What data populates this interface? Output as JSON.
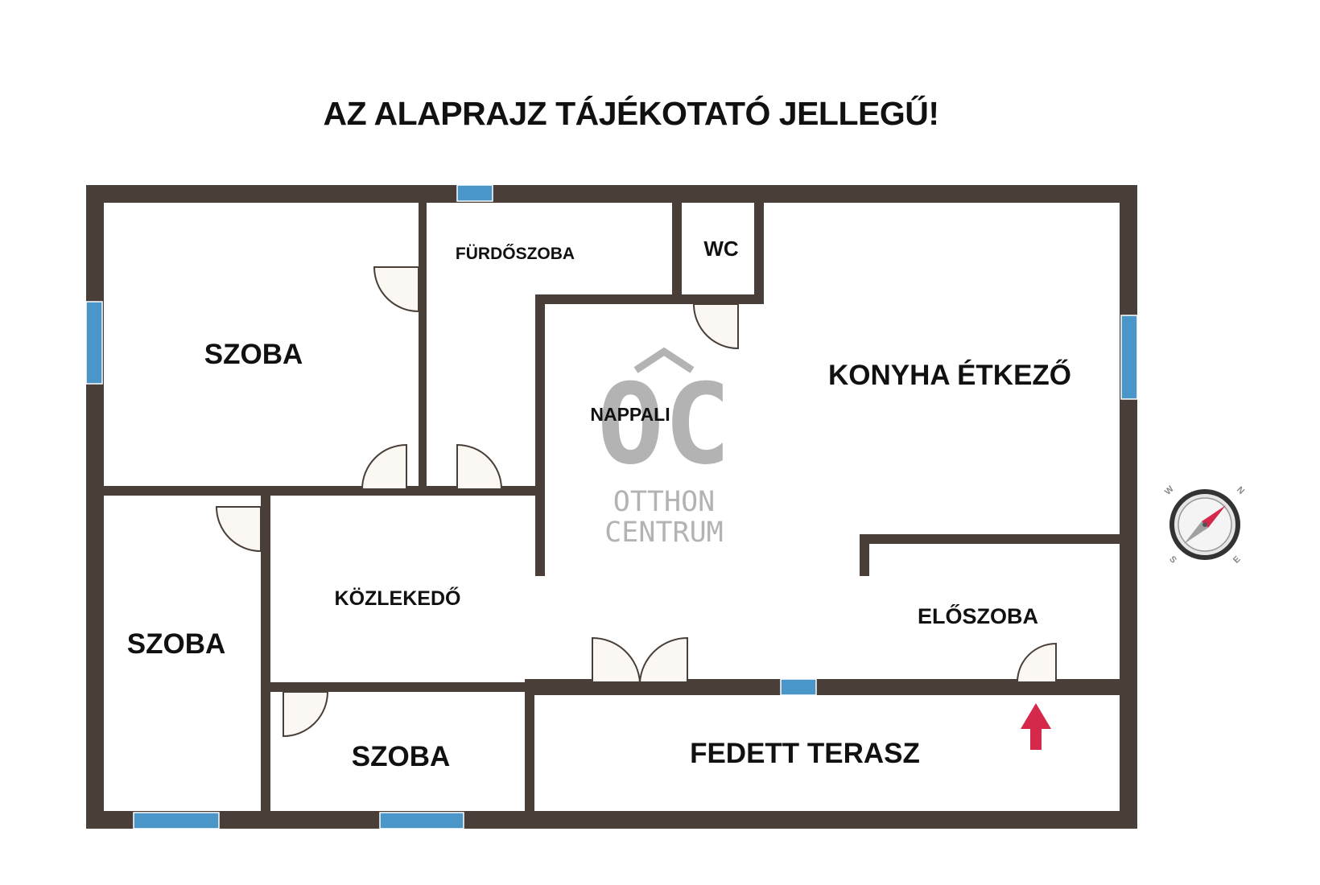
{
  "title": "AZ ALAPRAJZ TÁJÉKOTATÓ JELLEGŰ!",
  "rooms": {
    "szoba_1": "SZOBA",
    "furdoszoba": "FÜRDŐSZOBA",
    "wc": "WC",
    "nappali": "NAPPALI",
    "konyha": "KONYHA ÉTKEZŐ",
    "szoba_2": "SZOBA",
    "kozlekedo": "KÖZLEKEDŐ",
    "eloszoba": "ELŐSZOBA",
    "szoba_3": "SZOBA",
    "terasz": "FEDETT TERASZ"
  },
  "watermark": {
    "monogram": "OC",
    "line1": "OTTHON",
    "line2": "CENTRUM"
  },
  "compass": {
    "n": "N",
    "e": "E",
    "s": "S",
    "w": "W"
  },
  "colors": {
    "wall": "#4a3f38",
    "window": "#4a96c8",
    "door": "#fbf8f3",
    "entrance_arrow": "#d4294b",
    "watermark": "#b3b3b3"
  },
  "icons": {
    "entrance": "entrance-arrow-icon",
    "compass": "compass-icon",
    "logo": "otthon-centrum-logo"
  }
}
